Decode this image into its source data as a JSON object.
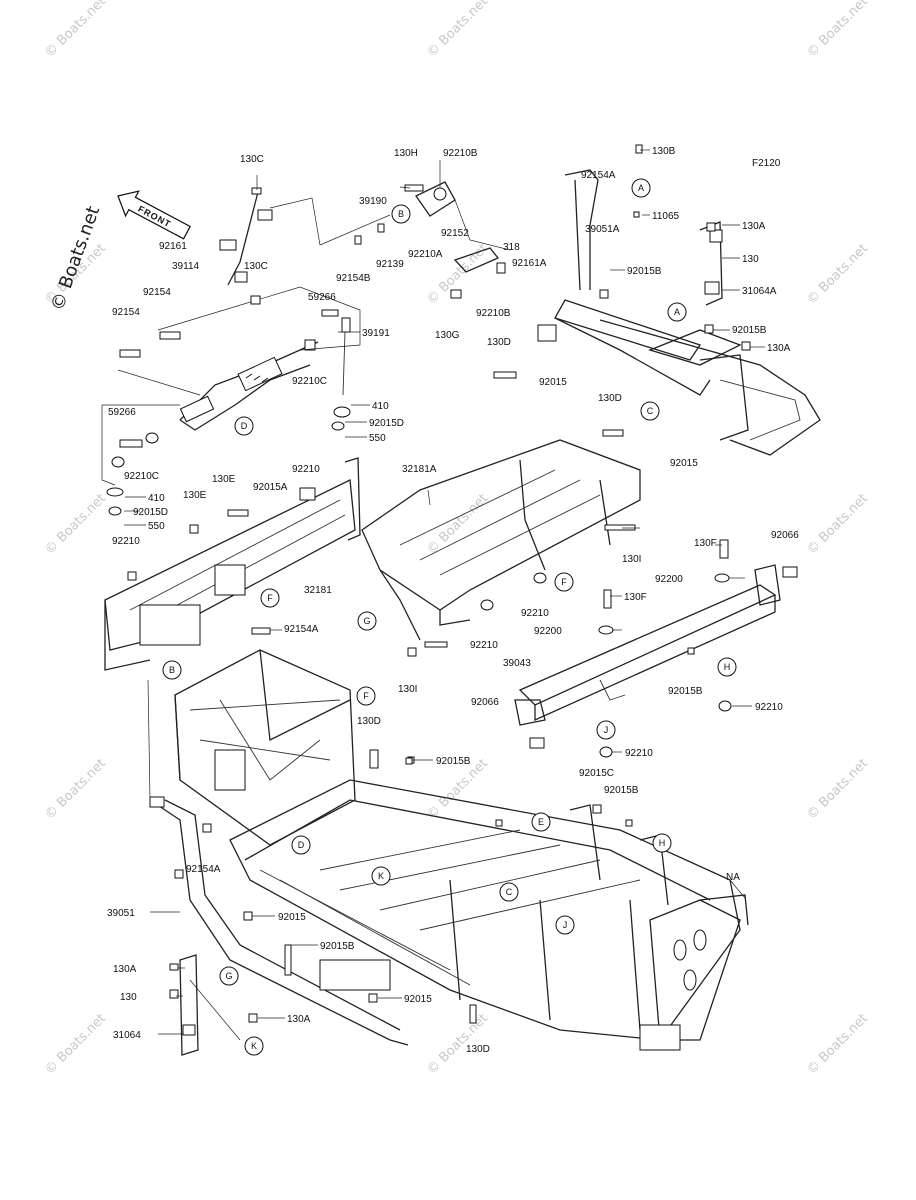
{
  "figure_code": "F2120",
  "front_label": "FRONT",
  "watermarks": [
    "© Boats.net",
    "© Boats.net",
    "© Boats.net",
    "© Boats.net",
    "© Boats.net",
    "© Boats.net",
    "© Boats.net",
    "© Boats.net",
    "© Boats.net",
    "© Boats.net",
    "© Boats.net",
    "© Boats.net",
    "© Boats.net",
    "© Boats.net",
    "© Boats.net"
  ],
  "vertical_watermark": "© Boats.net",
  "callouts": [
    "A",
    "A",
    "B",
    "B",
    "C",
    "C",
    "D",
    "D",
    "E",
    "F",
    "F",
    "F",
    "G",
    "G",
    "H",
    "H",
    "J",
    "J",
    "K",
    "K"
  ],
  "parts": [
    "130C",
    "130H",
    "92210B",
    "130B",
    "F2120",
    "39190",
    "92154A",
    "11065",
    "130A",
    "92161",
    "92152",
    "318",
    "39051A",
    "39114",
    "130C",
    "92154B",
    "92139",
    "92210A",
    "92161A",
    "130",
    "92015B",
    "92154",
    "31064A",
    "92154",
    "59266",
    "39191",
    "92210B",
    "130G",
    "92015B",
    "130A",
    "130D",
    "92210C",
    "92015",
    "410",
    "59266",
    "92015D",
    "550",
    "130D",
    "92015",
    "92210C",
    "92015A",
    "92210",
    "32181A",
    "410",
    "130E",
    "130E",
    "92015D",
    "550",
    "130I",
    "92210",
    "130F",
    "92066",
    "32181",
    "92200",
    "92210",
    "130F",
    "92154A",
    "92210",
    "92200",
    "39043",
    "130I",
    "92015B",
    "92066",
    "92210",
    "130D",
    "92210",
    "92015B",
    "92015C",
    "92015B",
    "92154A",
    "NA",
    "39051",
    "92015",
    "92015B",
    "130A",
    "130",
    "92015",
    "130A",
    "31064",
    "130D"
  ]
}
